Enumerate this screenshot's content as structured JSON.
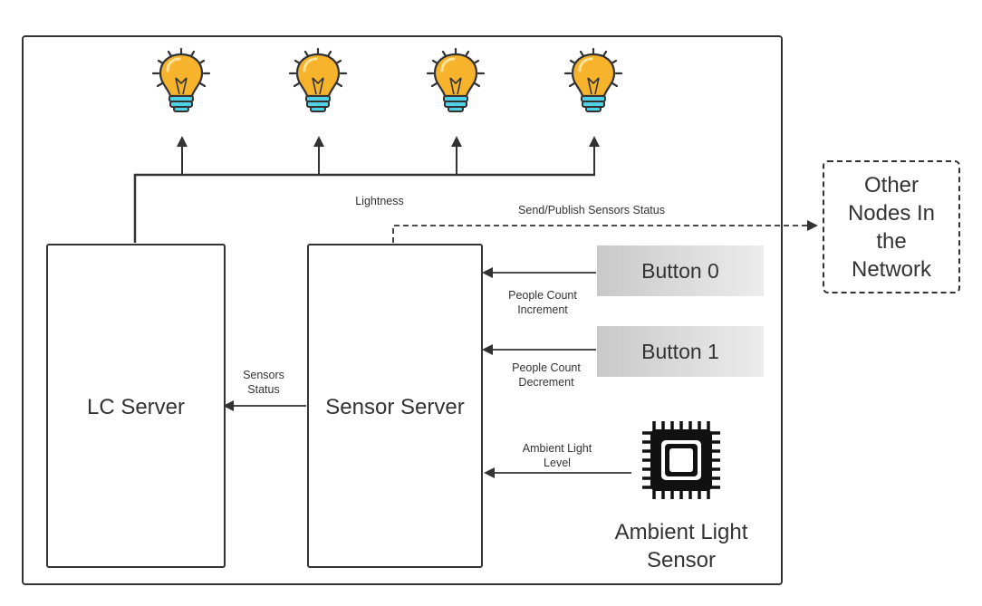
{
  "nodes": {
    "lc_server": "LC Server",
    "sensor_server": "Sensor Server",
    "button_0": "Button 0",
    "button_1": "Button 1",
    "other_nodes": [
      "Other",
      "Nodes In",
      "the",
      "Network"
    ],
    "ambient_sensor": [
      "Ambient Light",
      "Sensor"
    ]
  },
  "edges": {
    "lightness": "Lightness",
    "publish": "Send/Publish Sensors Status",
    "people_inc": [
      "People Count",
      "Increment"
    ],
    "people_dec": [
      "People Count",
      "Decrement"
    ],
    "ambient_level": [
      "Ambient Light",
      "Level"
    ],
    "sensors_status": [
      "Sensors",
      "Status"
    ]
  },
  "icons": {
    "bulbs": [
      "lightbulb-icon",
      "lightbulb-icon",
      "lightbulb-icon",
      "lightbulb-icon"
    ],
    "sensor": "chip-icon"
  },
  "colors": {
    "line": "#333333",
    "bulb": "#f7b32b",
    "bulb_base": "#4fd1e6",
    "button_gradient_start": "#c9c9c9",
    "button_gradient_end": "#ececec"
  }
}
